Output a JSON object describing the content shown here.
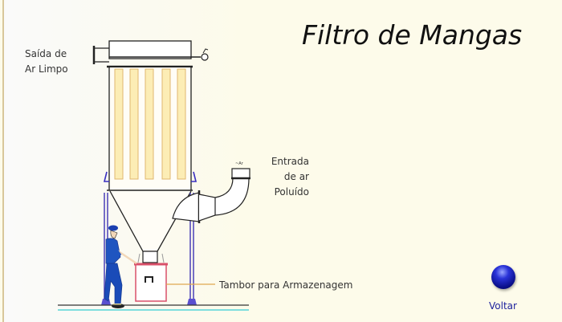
{
  "title": "Filtro de Mangas",
  "labels": {
    "saida": [
      "Saída de",
      "Ar Limpo"
    ],
    "entrada": [
      "Entrada",
      "de ar",
      "Poluído"
    ],
    "tambor": "Tambor para Armazenagem"
  },
  "navigation": {
    "back_label": "Voltar"
  },
  "colors": {
    "background": "#fdfbea",
    "bag_fill": "#fcedb5",
    "bag_stroke": "#e0b870",
    "structure": "#222222",
    "supports": "#4a3fb8",
    "drum": "#d9506a",
    "leader_line": "#e0a850",
    "floor_accent": "#7fdede",
    "button": "#1a22b8"
  }
}
